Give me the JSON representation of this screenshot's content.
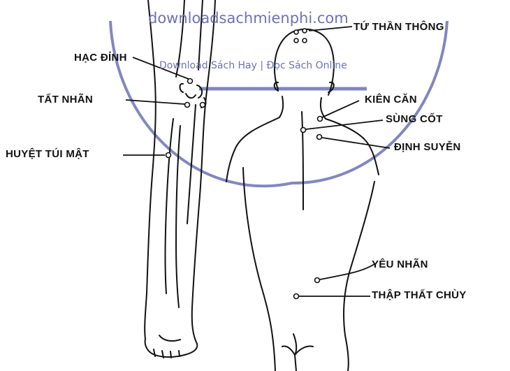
{
  "watermark": {
    "main": "downloadsachmienphi.com",
    "sub": "Download Sách Hay | Đọc Sách Online",
    "color": "#6d72b5"
  },
  "labels": {
    "hac_dinh": "HẠC ĐỈNH",
    "tat_nhan": "TẤT NHÃN",
    "huyet_tui_mat": "HUYỆT TÚI MẬT",
    "tu_than_thong": "TỨ THẦN THÔNG",
    "kien_can": "KIÊN CĂN",
    "sung_cot": "SÙNG CỐT",
    "dinh_suyen": "ĐỊNH SUYỄN",
    "yeu_nhan": "YÊU NHÃN",
    "thap_that_chuy": "THẬP THẤT CHÙY"
  },
  "colors": {
    "ink": "#111111",
    "watermark": "#6d72b5",
    "background": "#ffffff"
  }
}
